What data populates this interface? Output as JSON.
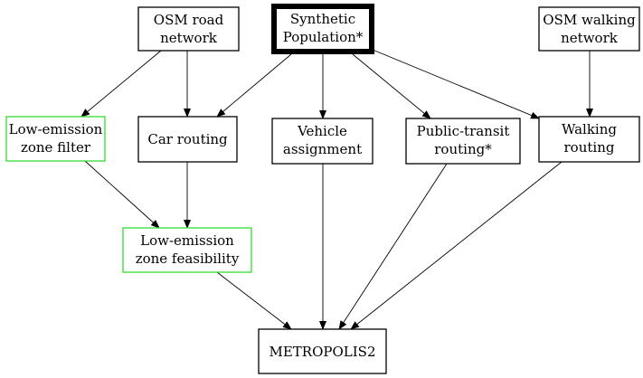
{
  "colors": {
    "default_border": "#000000",
    "highlight_border": "#33dd33",
    "edge": "#000000"
  },
  "nodes": {
    "osm_road": {
      "lines": [
        "OSM road",
        "network"
      ]
    },
    "synthetic_population": {
      "lines": [
        "Synthetic",
        "Population*"
      ]
    },
    "osm_walking": {
      "lines": [
        "OSM walking",
        "network"
      ]
    },
    "low_emission_filter": {
      "lines": [
        "Low-emission",
        "zone filter"
      ]
    },
    "car_routing": {
      "lines": [
        "Car routing"
      ]
    },
    "vehicle_assignment": {
      "lines": [
        "Vehicle",
        "assignment"
      ]
    },
    "public_transit_routing": {
      "lines": [
        "Public-transit",
        "routing*"
      ]
    },
    "walking_routing": {
      "lines": [
        "Walking",
        "routing"
      ]
    },
    "low_emission_feasibility": {
      "lines": [
        "Low-emission",
        "zone feasibility"
      ]
    },
    "metropolis2": {
      "lines": [
        "METROPOLIS2"
      ]
    }
  },
  "edges": [
    {
      "from": "osm_road",
      "to": "low_emission_filter"
    },
    {
      "from": "osm_road",
      "to": "car_routing"
    },
    {
      "from": "synthetic_population",
      "to": "car_routing"
    },
    {
      "from": "synthetic_population",
      "to": "vehicle_assignment"
    },
    {
      "from": "synthetic_population",
      "to": "public_transit_routing"
    },
    {
      "from": "synthetic_population",
      "to": "walking_routing"
    },
    {
      "from": "osm_walking",
      "to": "walking_routing"
    },
    {
      "from": "low_emission_filter",
      "to": "low_emission_feasibility"
    },
    {
      "from": "car_routing",
      "to": "low_emission_feasibility"
    },
    {
      "from": "low_emission_feasibility",
      "to": "metropolis2"
    },
    {
      "from": "vehicle_assignment",
      "to": "metropolis2"
    },
    {
      "from": "public_transit_routing",
      "to": "metropolis2"
    },
    {
      "from": "walking_routing",
      "to": "metropolis2"
    }
  ]
}
